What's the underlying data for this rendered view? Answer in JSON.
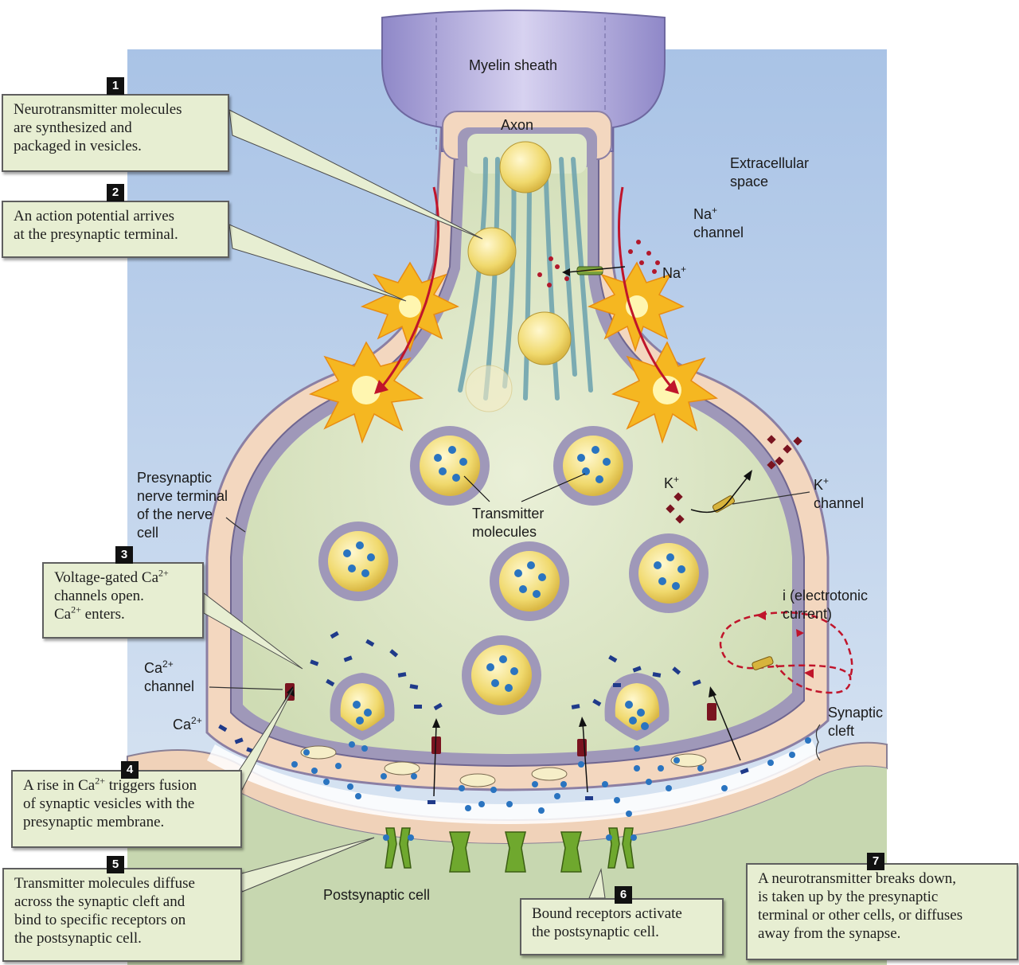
{
  "steps": [
    {
      "number": "1",
      "text": "Neurotransmitter molecules\nare synthesized and\npackaged in vesicles."
    },
    {
      "number": "2",
      "text": "An action potential arrives\nat the presynaptic terminal."
    },
    {
      "number": "3",
      "line1_pre": "Voltage-gated Ca",
      "line1_sup": "2+",
      "line2": "channels open.",
      "line3_pre": "Ca",
      "line3_sup": "2+",
      "line3_post": " enters."
    },
    {
      "number": "4",
      "line1_pre": "A rise in Ca",
      "line1_sup": "2+",
      "line1_post": " triggers fusion",
      "rest": "of synaptic vesicles with the\npresynaptic membrane."
    },
    {
      "number": "5",
      "text": "Transmitter molecules diffuse\nacross the synaptic cleft and\nbind to specific receptors on\nthe postsynaptic cell."
    },
    {
      "number": "6",
      "text": "Bound receptors activate\nthe postsynaptic cell."
    },
    {
      "number": "7",
      "text": "A neurotransmitter breaks down,\nis taken up by the presynaptic\nterminal or other cells, or diffuses\naway from the synapse."
    }
  ],
  "labels": {
    "myelin_sheath": "Myelin sheath",
    "axon": "Axon",
    "extracellular_space": "Extracellular\nspace",
    "na_channel_base": "Na",
    "na_channel_sup": "+",
    "na_channel_word": "channel",
    "na_ion_base": "Na",
    "na_ion_sup": "+",
    "k_ion_base": "K",
    "k_ion_sup": "+",
    "k_channel_base": "K",
    "k_channel_sup": "+",
    "k_channel_word": "channel",
    "presynaptic_terminal": "Presynaptic\nnerve terminal\nof the nerve\ncell",
    "transmitter_molecules": "Transmitter\nmolecules",
    "electrotonic_current": "i (electrotonic\ncurrent)",
    "ca_channel_base": "Ca",
    "ca_channel_sup": "2+",
    "ca_channel_word": "channel",
    "ca_ion_base": "Ca",
    "ca_ion_sup": "2+",
    "synaptic_cleft": "Synaptic\ncleft",
    "postsynaptic_cell": "Postsynaptic cell"
  },
  "colors": {
    "background_sky": "#b8cfe8",
    "myelin": "#b9b3de",
    "axon_membrane": "#f3d7bf",
    "cytoplasm": "#dfe8c9",
    "vesicle": "#f5e9a8",
    "molecule": "#2a74c0",
    "na_ion": "#b2182b",
    "k_ion": "#7a1420",
    "ca_ion": "#1f3a8a",
    "receptor": "#6fa82e",
    "postsynaptic": "#e9c84f",
    "step_box": "#e7eed2"
  }
}
